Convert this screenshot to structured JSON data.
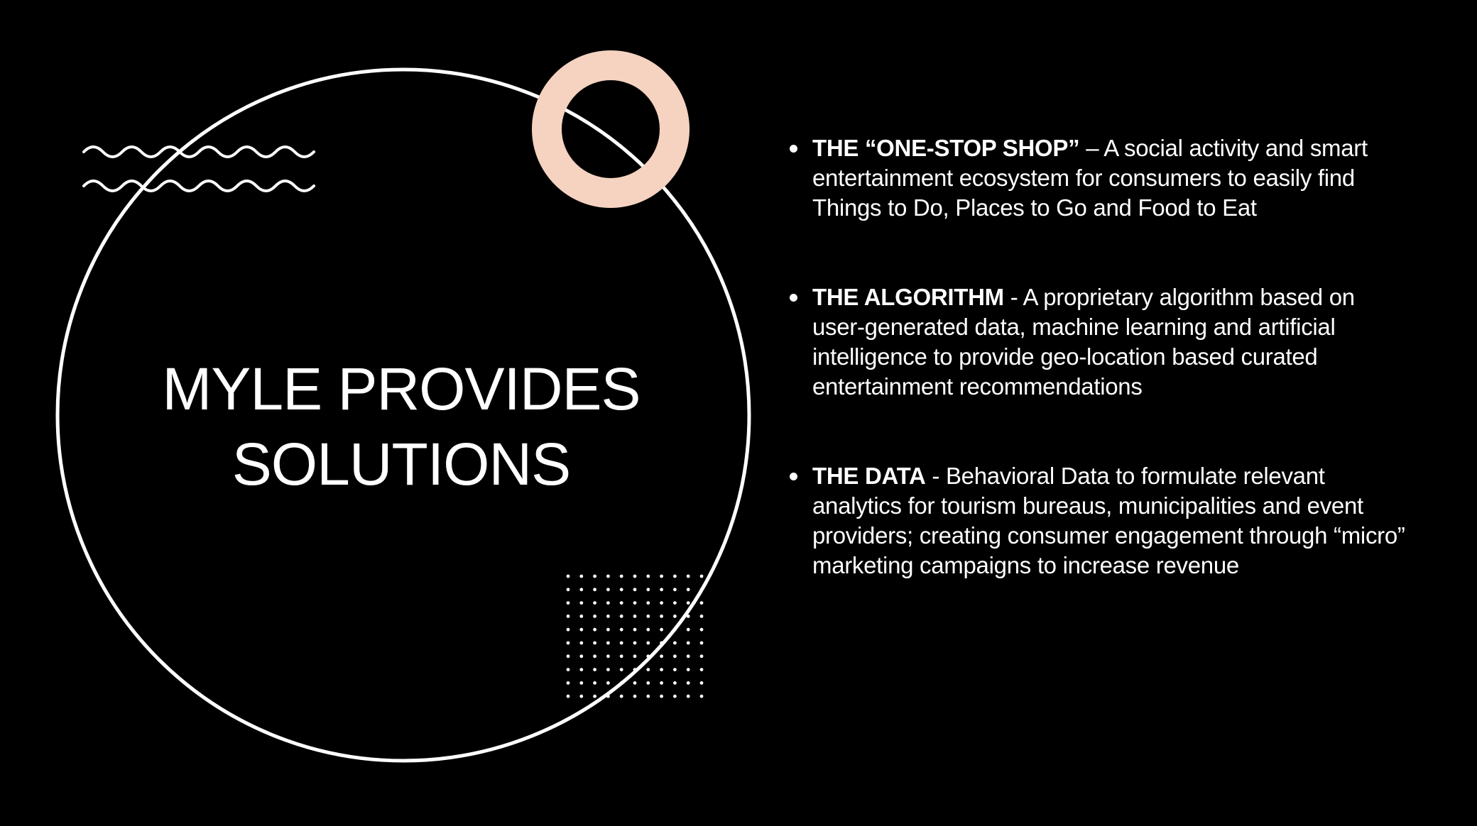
{
  "slide": {
    "title_lines": [
      "MYLE PROVIDES",
      "SOLUTIONS"
    ],
    "bullets": [
      {
        "lead": "THE “ONE-STOP SHOP”",
        "text": " – A social activity and smart entertainment ecosystem for consumers to easily find Things to Do, Places to Go and Food to Eat"
      },
      {
        "lead": "THE ALGORITHM",
        "text": " - A proprietary algorithm based on user-generated data, machine learning and artificial intelligence to provide geo-location based curated entertainment recommendations"
      },
      {
        "lead": "THE DATA",
        "text": " - Behavioral Data to formulate relevant analytics for tourism bureaus, municipalities and event providers; creating consumer engagement through “micro” marketing campaigns to increase revenue"
      }
    ]
  },
  "colors": {
    "background": "#000000",
    "text": "#ffffff",
    "ring_accent": "#f5d3c0",
    "outline": "#ffffff"
  },
  "decorations": {
    "big_circle": "outline-circle",
    "accent_ring": "peach-ring",
    "waves": "wavy-lines-icon",
    "dots": "dot-grid-pattern"
  }
}
